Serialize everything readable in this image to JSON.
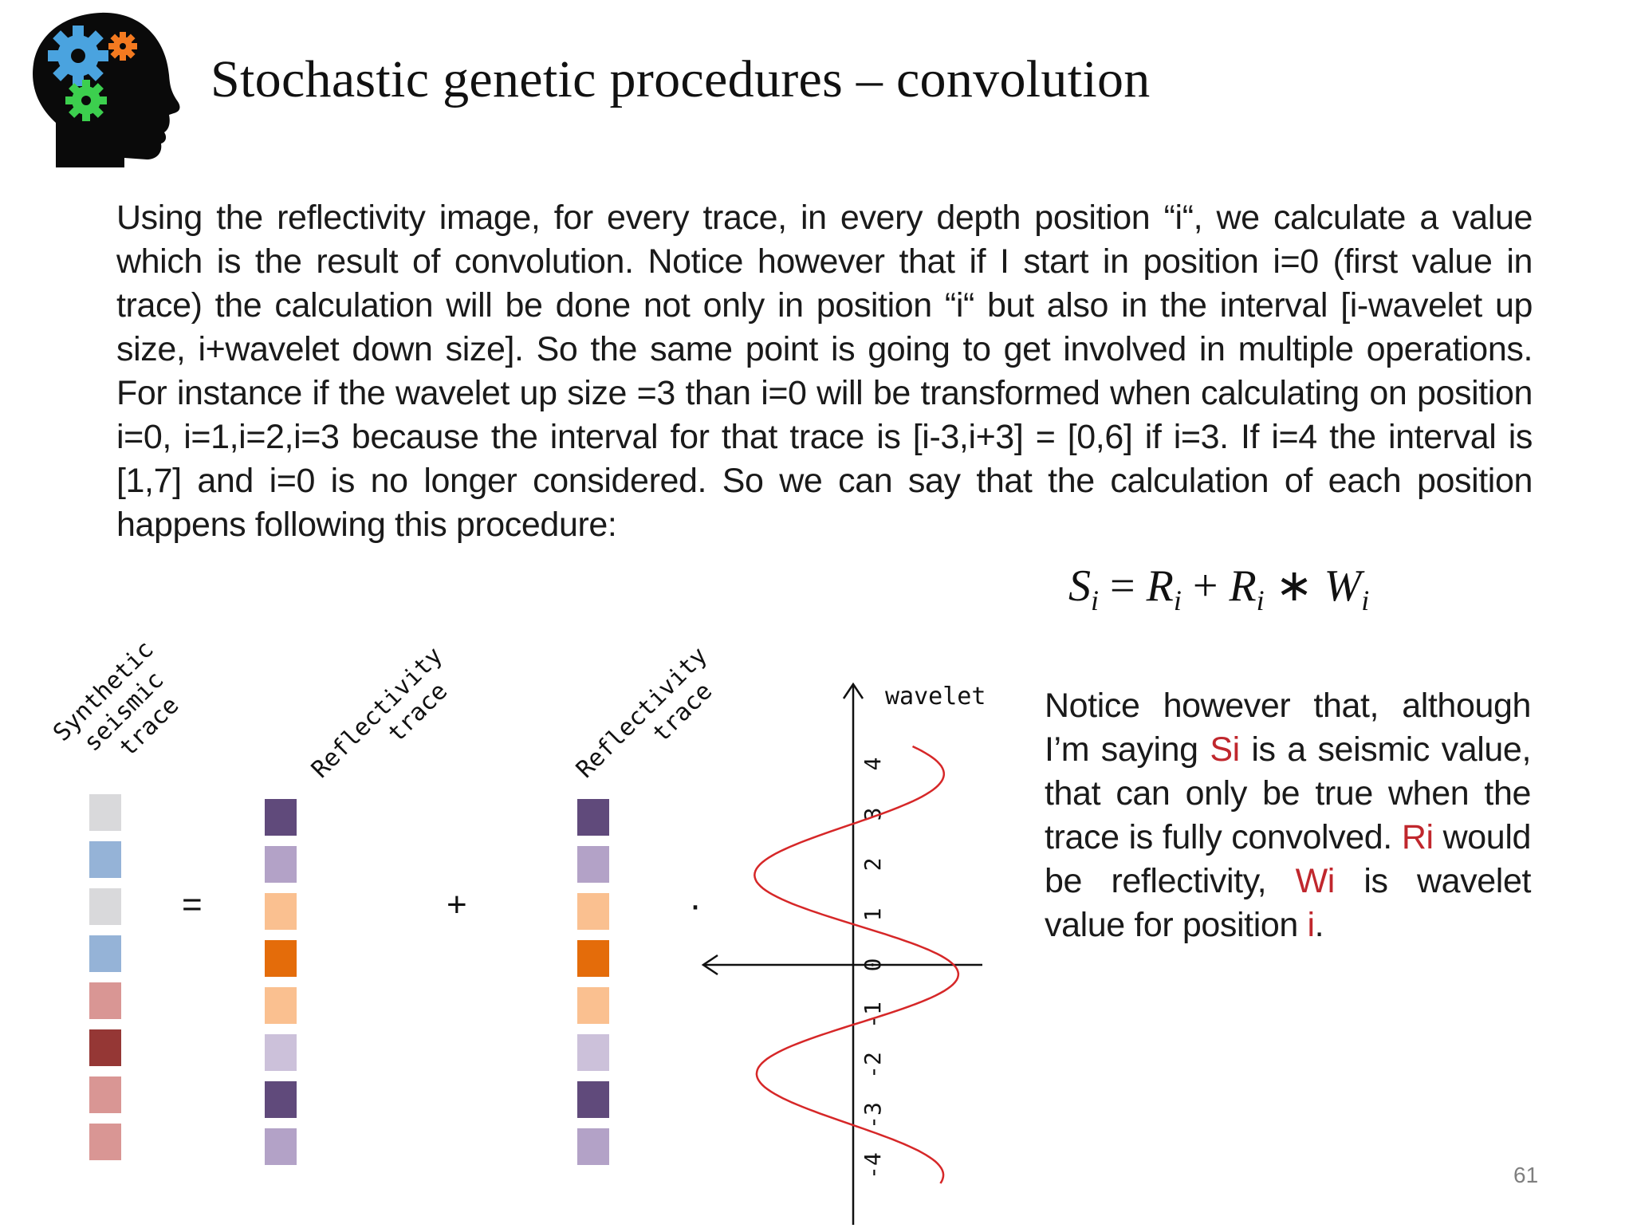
{
  "title": "Stochastic genetic procedures – convolution",
  "body_paragraph": "Using the reflectivity image, for every trace, in every depth position “i“, we calculate a value which is the result of convolution. Notice however that if I start in position i=0 (first value in trace) the calculation will be done not only in position “i“ but also in the interval [i-wavelet up size, i+wavelet down size]. So the same point is going to get involved in multiple operations. For instance if the wavelet up size =3 than i=0 will be transformed when calculating on position i=0, i=1,i=2,i=3 because the interval for that trace is [i-3,i+3] = [0,6] if i=3. If i=4 the interval is [1,7] and i=0 is no longer considered. So we can say that the calculation of each position happens following this procedure:",
  "formula": {
    "S": "S",
    "R": "R",
    "W": "W",
    "sub": "i",
    "eq": "=",
    "plus": "+",
    "star": "∗"
  },
  "note": {
    "part1": "Notice however that, although I’m saying ",
    "si": "Si",
    "part2": " is a seismic value, that can only be true when the trace is fully convolved. ",
    "ri": "Ri",
    "part3": " would be reflectivity, ",
    "wi": "Wi",
    "part4": " is wavelet value for position ",
    "i": "i",
    "part5": "."
  },
  "labels": {
    "synthetic": "Synthetic\nseismic\n trace",
    "reflectivity1": "Reflectivity\n    trace",
    "reflectivity2": "Reflectivity\n    trace",
    "wavelet": "wavelet"
  },
  "operators": {
    "equals": "=",
    "plus": "+",
    "dot": "·"
  },
  "columns": {
    "synthetic": [
      "#d9d9db",
      "#95b3d7",
      "#d9d9db",
      "#95b3d7",
      "#d99694",
      "#953735",
      "#d99694",
      "#d99694"
    ],
    "reflectivity1": [
      "#604a7b",
      "#b3a2c7",
      "#fac090",
      "#e46c0a",
      "#fac090",
      "#ccc1da",
      "#604a7b",
      "#b3a2c7"
    ],
    "reflectivity2": [
      "#604a7b",
      "#b3a2c7",
      "#fac090",
      "#e46c0a",
      "#fac090",
      "#ccc1da",
      "#604a7b",
      "#b3a2c7"
    ]
  },
  "wavelet_axis_ticks": [
    "4",
    "3",
    "2",
    "1",
    "0",
    "-1",
    "-2",
    "-3",
    "-4"
  ],
  "colors": {
    "wavelet_curve": "#d62728",
    "highlight_text": "#c0272d",
    "gear_blue": "#4aa3df",
    "gear_orange": "#f47a20",
    "gear_green": "#3ccf4e"
  },
  "page_number": "61"
}
